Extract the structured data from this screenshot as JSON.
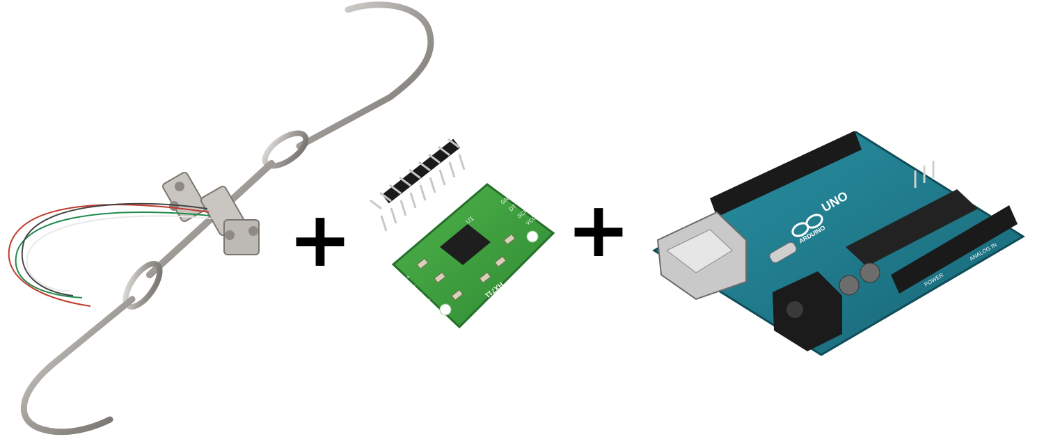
{
  "components": [
    {
      "name": "load-cell-with-hooks"
    },
    {
      "name": "hx711-module",
      "labels": {
        "chip": "U1",
        "pins_out": [
          "GND",
          "DT",
          "SCK",
          "VCC"
        ],
        "pins_in": [
          "E+",
          "E-",
          "A-",
          "A+",
          "B-",
          "B+"
        ],
        "silk": "HX711"
      }
    },
    {
      "name": "arduino-uno",
      "labels": {
        "brand": "ARDUINO",
        "model": "UNO",
        "power": "POWER",
        "analog": "ANALOG IN"
      }
    }
  ],
  "operators": [
    "+",
    "+"
  ],
  "colors": {
    "metal": "#b9b6b3",
    "pcb_green": "#3a9a3c",
    "arduino_teal": "#1f7b8c",
    "header_black": "#1a1a1a"
  }
}
